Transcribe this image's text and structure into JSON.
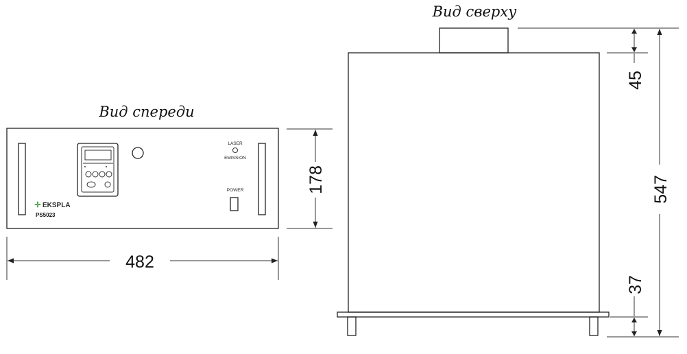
{
  "front_view": {
    "caption": "Вид спереди",
    "width_label": "482",
    "height_label": "178",
    "indicators": {
      "laser_line1": "LASER",
      "laser_line2": "EMISSION",
      "power": "POWER"
    },
    "brand": "EKSPLA",
    "model": "PS5023",
    "colors": {
      "brand_leaf": "#3a9a3a"
    }
  },
  "top_view": {
    "caption": "Вид сверху",
    "total_label": "547",
    "top_label": "45",
    "bottom_label": "37"
  }
}
